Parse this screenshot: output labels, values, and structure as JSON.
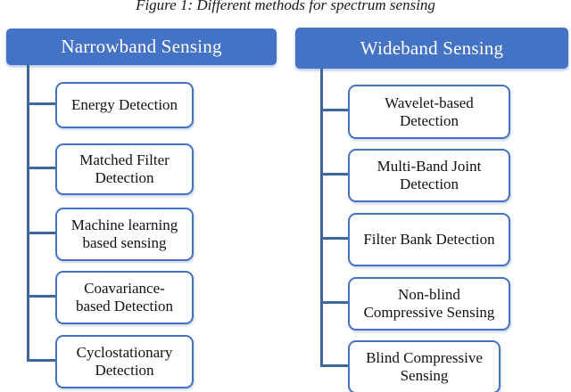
{
  "figure": {
    "caption": "Figure 1: Different methods for spectrum sensing"
  },
  "colors": {
    "header_fill": "#4472C4",
    "header_text": "#FFFFFF",
    "box_border": "#4472C4",
    "box_text": "#111111",
    "connector": "#41659F",
    "background": "#FFFFFF"
  },
  "narrowband": {
    "label": "Narrowband Sensing",
    "items": [
      {
        "label": "Energy Detection"
      },
      {
        "label": "Matched Filter\nDetection"
      },
      {
        "label": "Machine learning\nbased sensing"
      },
      {
        "label": "Coavariance-\nbased Detection"
      },
      {
        "label": "Cyclostationary\nDetection"
      }
    ]
  },
  "wideband": {
    "label": "Wideband Sensing",
    "items": [
      {
        "label": "Wavelet-based\nDetection"
      },
      {
        "label": "Multi-Band Joint\nDetection"
      },
      {
        "label": "Filter Bank Detection"
      },
      {
        "label": "Non-blind\nCompressive Sensing"
      },
      {
        "label": "Blind Compressive\nSensing"
      }
    ]
  }
}
